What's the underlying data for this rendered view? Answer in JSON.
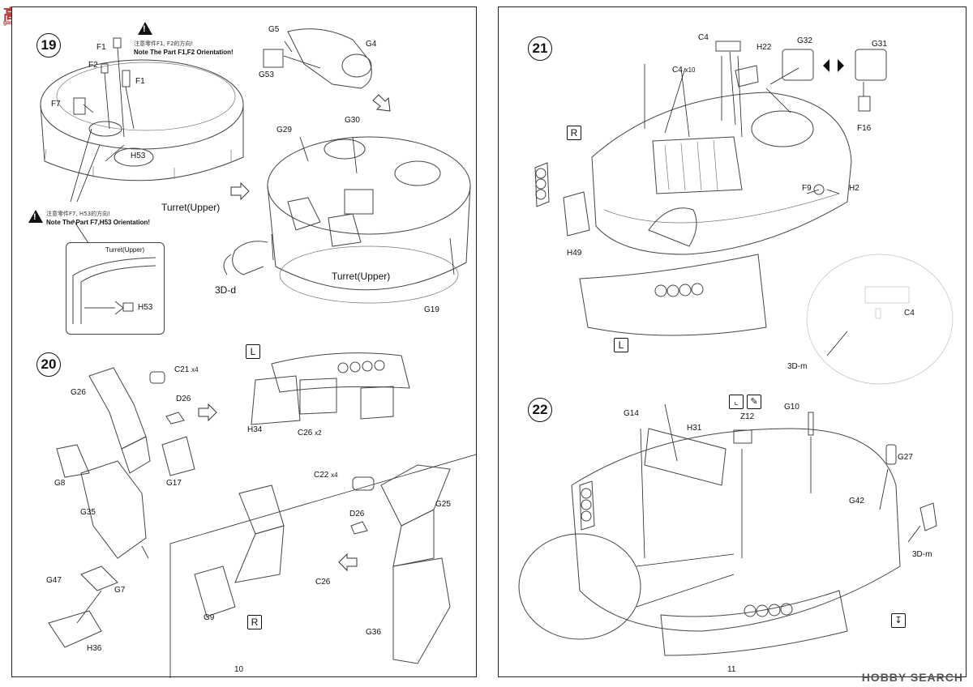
{
  "logo": {
    "site": "高手网",
    "site_sub": "gao-shou.com",
    "watermark": "HOBBY SEARCH"
  },
  "left_page": {
    "page_number": "10",
    "step19": {
      "number": "19",
      "note1_cn": "注意零件F1, F2的方向!",
      "note1_en": "Note The Part F1,F2 Orientation!",
      "note2_cn": "注意零件F7, H53的方向!",
      "note2_en": "Note The Part F7,H53 Orientation!",
      "labels": {
        "F1a": "F1",
        "F2": "F2",
        "F1b": "F1",
        "F7": "F7",
        "H53": "H53",
        "turret_upper_1": "Turret(Upper)",
        "G5": "G5",
        "G53": "G53",
        "G4": "G4",
        "G29": "G29",
        "G30": "G30",
        "threeD_d": "3D-d",
        "turret_upper_2": "Turret(Upper)",
        "G19": "G19"
      },
      "inset": {
        "title": "Turret(Upper)",
        "part": "H53"
      }
    },
    "step20": {
      "number": "20",
      "tag_L": "L",
      "tag_R": "R",
      "labels": {
        "G26": "G26",
        "C21": "C21",
        "C21_qty": "x4",
        "D26a": "D26",
        "G8": "G8",
        "G17": "G17",
        "G35": "G35",
        "G47": "G47",
        "G7": "G7",
        "H36": "H36",
        "H34": "H34",
        "C26a": "C26",
        "C26a_qty": "x2",
        "C22": "C22",
        "C22_qty": "x4",
        "D26b": "D26",
        "G25": "G25",
        "C26b": "C26",
        "G9": "G9",
        "G36": "G36"
      }
    }
  },
  "right_page": {
    "page_number": "11",
    "step21": {
      "number": "21",
      "tag_R": "R",
      "tag_L": "L",
      "labels": {
        "C4a": "C4",
        "C4b": "C4",
        "C4b_qty": "x10",
        "H22": "H22",
        "G32": "G32",
        "G31": "G31",
        "F16": "F16",
        "F9": "F9",
        "H2": "H2",
        "H49": "H49",
        "C4c": "C4",
        "threeD_m": "3D-m"
      }
    },
    "step22": {
      "number": "22",
      "labels": {
        "G14": "G14",
        "H31": "H31",
        "Z12": "Z12",
        "G10": "G10",
        "G27": "G27",
        "G42": "G42",
        "threeD_m": "3D-m"
      }
    }
  }
}
